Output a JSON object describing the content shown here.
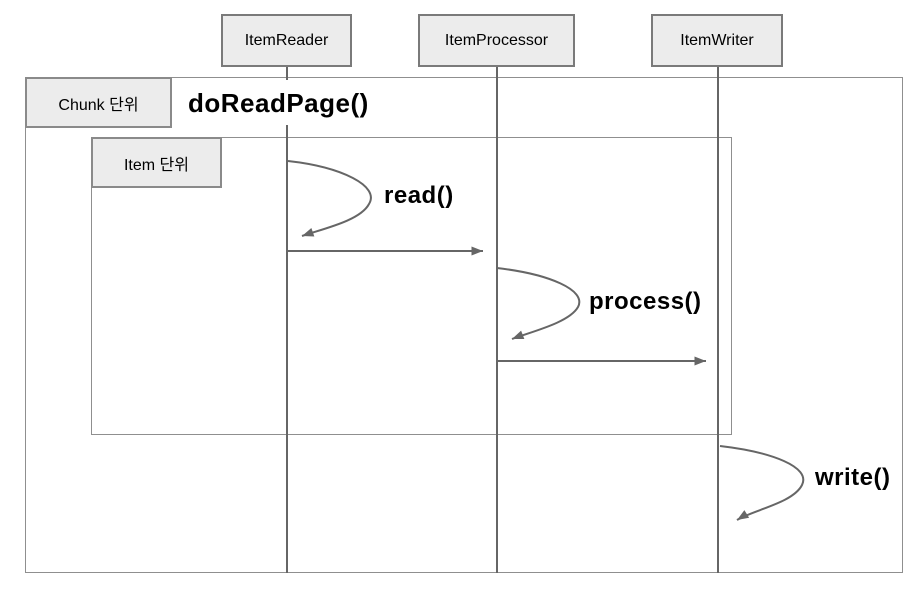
{
  "diagram_type": "sequence",
  "participants": {
    "reader": "ItemReader",
    "processor": "ItemProcessor",
    "writer": "ItemWriter"
  },
  "frames": {
    "chunk_label": "Chunk 단위",
    "item_label": "Item 단위"
  },
  "messages": {
    "do_read_page": "doReadPage()",
    "read": "read()",
    "process": "process()",
    "write": "write()"
  },
  "arrows": [
    {
      "name": "read-self-call",
      "on": "ItemReader",
      "label": "read()"
    },
    {
      "name": "reader-to-processor",
      "from": "ItemReader",
      "to": "ItemProcessor"
    },
    {
      "name": "process-self-call",
      "on": "ItemProcessor",
      "label": "process()"
    },
    {
      "name": "processor-to-writer",
      "from": "ItemProcessor",
      "to": "ItemWriter"
    },
    {
      "name": "write-self-call",
      "on": "ItemWriter",
      "label": "write()"
    }
  ],
  "colors": {
    "background": "#ffffff",
    "participant_fill": "#ececec",
    "participant_border": "#7a7a7a",
    "frame_border": "#8f8f8f",
    "line": "#666666",
    "text": "#000000"
  }
}
